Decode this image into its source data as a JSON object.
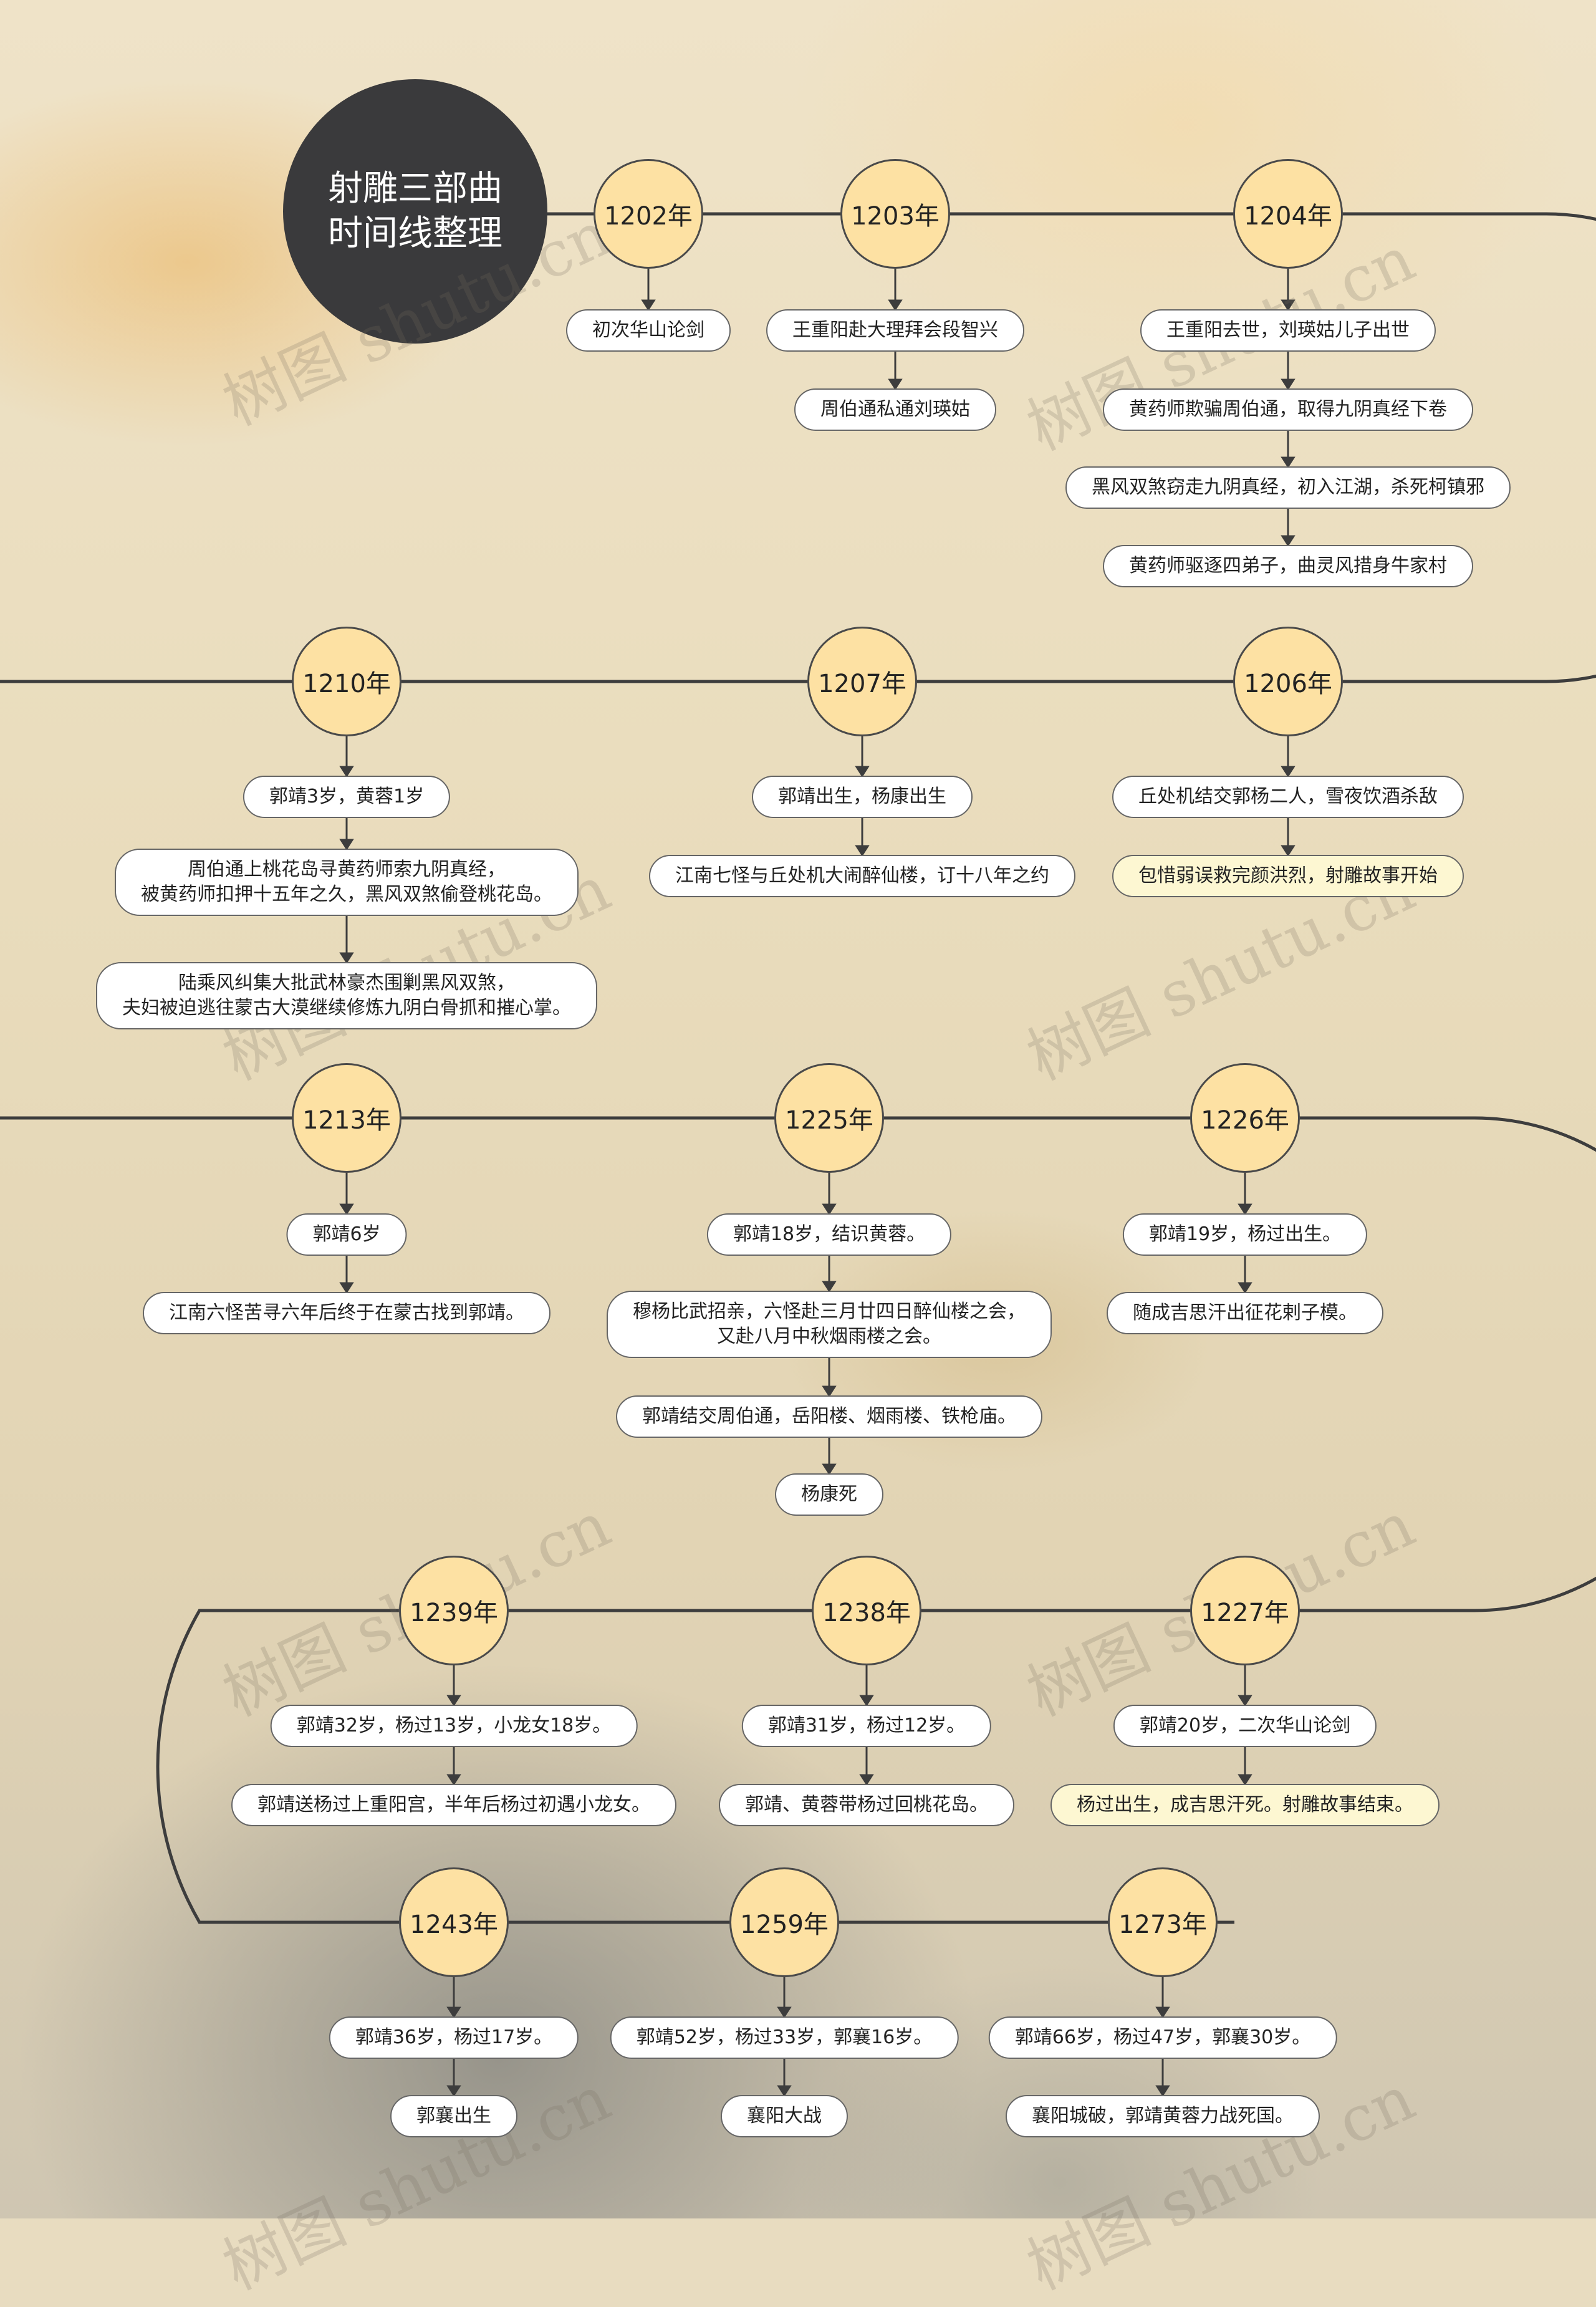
{
  "title": {
    "line1": "射雕三部曲",
    "line2": "时间线整理"
  },
  "watermark": "树图 shutu.cn",
  "colors": {
    "year_fill": "#fde1a3",
    "title_fill": "#3a3a3c",
    "spine": "#3d3d3d",
    "highlight": "#fdf7d2"
  },
  "timeline": [
    {
      "year": "1202年",
      "events": [
        {
          "text": "初次华山论剑"
        }
      ]
    },
    {
      "year": "1203年",
      "events": [
        {
          "text": "王重阳赴大理拜会段智兴"
        },
        {
          "text": "周伯通私通刘瑛姑"
        }
      ]
    },
    {
      "year": "1204年",
      "events": [
        {
          "text": "王重阳去世，刘瑛姑儿子出世"
        },
        {
          "text": "黄药师欺骗周伯通，取得九阴真经下卷"
        },
        {
          "text": "黑风双煞窃走九阴真经，初入江湖，杀死柯镇邪"
        },
        {
          "text": "黄药师驱逐四弟子，曲灵风措身牛家村"
        }
      ]
    },
    {
      "year": "1206年",
      "events": [
        {
          "text": "丘处机结交郭杨二人，雪夜饮酒杀敌"
        },
        {
          "text": "包惜弱误救完颜洪烈，射雕故事开始",
          "highlight": true
        }
      ]
    },
    {
      "year": "1207年",
      "events": [
        {
          "text": "郭靖出生，杨康出生"
        },
        {
          "text": "江南七怪与丘处机大闹醉仙楼，订十八年之约"
        }
      ]
    },
    {
      "year": "1210年",
      "events": [
        {
          "text": "郭靖3岁，黄蓉1岁"
        },
        {
          "lines": [
            "周伯通上桃花岛寻黄药师索九阴真经，",
            "被黄药师扣押十五年之久，黑风双煞偷登桃花岛。"
          ]
        },
        {
          "lines": [
            "陆乘风纠集大批武林豪杰围剿黑风双煞，",
            "夫妇被迫逃往蒙古大漠继续修炼九阴白骨抓和摧心掌。"
          ]
        }
      ]
    },
    {
      "year": "1213年",
      "events": [
        {
          "text": "郭靖6岁"
        },
        {
          "text": "江南六怪苦寻六年后终于在蒙古找到郭靖。"
        }
      ]
    },
    {
      "year": "1225年",
      "events": [
        {
          "text": "郭靖18岁，结识黄蓉。"
        },
        {
          "lines": [
            "穆杨比武招亲，六怪赴三月廿四日醉仙楼之会，",
            "又赴八月中秋烟雨楼之会。"
          ]
        },
        {
          "text": "郭靖结交周伯通，岳阳楼、烟雨楼、铁枪庙。"
        },
        {
          "text": "杨康死"
        }
      ]
    },
    {
      "year": "1226年",
      "events": [
        {
          "text": "郭靖19岁，杨过出生。"
        },
        {
          "text": "随成吉思汗出征花剌子模。"
        }
      ]
    },
    {
      "year": "1227年",
      "events": [
        {
          "text": "郭靖20岁，二次华山论剑"
        },
        {
          "text": "杨过出生，成吉思汗死。射雕故事结束。",
          "highlight": true
        }
      ]
    },
    {
      "year": "1238年",
      "events": [
        {
          "text": "郭靖31岁，杨过12岁。"
        },
        {
          "text": "郭靖、黄蓉带杨过回桃花岛。"
        }
      ]
    },
    {
      "year": "1239年",
      "events": [
        {
          "text": "郭靖32岁，杨过13岁，小龙女18岁。"
        },
        {
          "text": "郭靖送杨过上重阳宫，半年后杨过初遇小龙女。"
        }
      ]
    },
    {
      "year": "1243年",
      "events": [
        {
          "text": "郭靖36岁，杨过17岁。"
        },
        {
          "text": "郭襄出生"
        }
      ]
    },
    {
      "year": "1259年",
      "events": [
        {
          "text": "郭靖52岁，杨过33岁，郭襄16岁。"
        },
        {
          "text": "襄阳大战"
        }
      ]
    },
    {
      "year": "1273年",
      "events": [
        {
          "text": "郭靖66岁，杨过47岁，郭襄30岁。"
        },
        {
          "text": "襄阳城破，郭靖黄蓉力战死国。"
        }
      ]
    }
  ]
}
